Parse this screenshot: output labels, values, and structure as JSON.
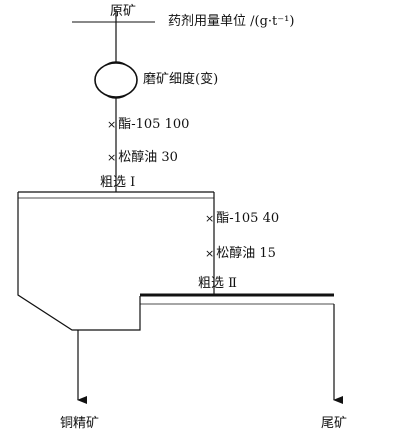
{
  "feed": {
    "label": "原矿",
    "dosage_header": "药剂用量单位 /(g·t⁻¹)"
  },
  "grinding": {
    "label": "磨矿细度(变)"
  },
  "rougher_1": {
    "label": "粗选 Ⅰ",
    "reagents": [
      {
        "name": "酯-105",
        "dosage": "100"
      },
      {
        "name": "松醇油",
        "dosage": "30"
      }
    ]
  },
  "rougher_2": {
    "label": "粗选 Ⅱ",
    "reagents": [
      {
        "name": "酯-105",
        "dosage": "40"
      },
      {
        "name": "松醇油",
        "dosage": "15"
      }
    ]
  },
  "products": {
    "concentrate": "铜精矿",
    "tailings": "尾矿"
  },
  "reagent_marker": "×"
}
